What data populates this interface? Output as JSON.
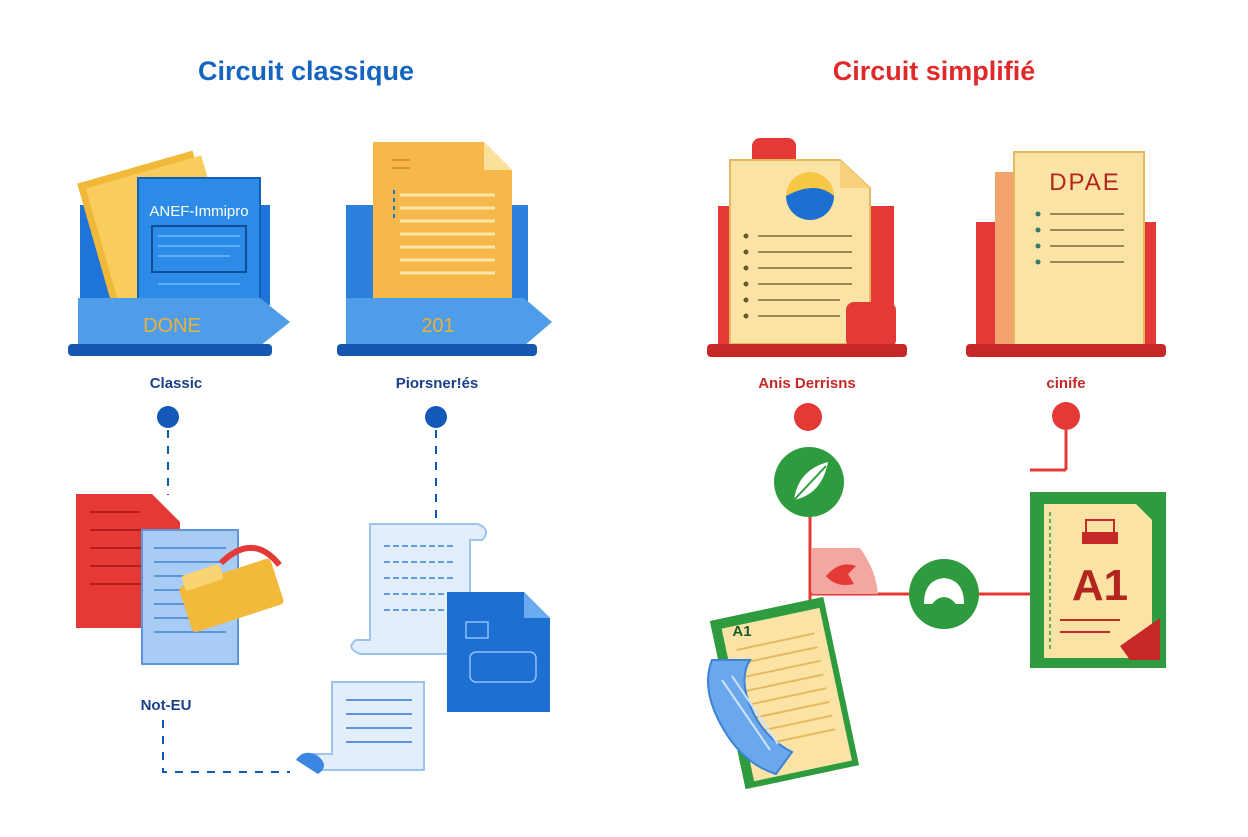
{
  "titles": {
    "left": "Circuit classique",
    "right": "Circuit simplifié"
  },
  "classic": {
    "card1_heading": "ANEF-Immipro",
    "card1_banner": "DONE",
    "card1_caption": "Classic",
    "card2_banner": "201",
    "card2_caption": "Piorsner!és",
    "branch_label": "Not-EU"
  },
  "simplified": {
    "card1_caption": "Anis Derrisns",
    "card2_heading": "DPAE",
    "card2_caption": "cinife",
    "result_badge": "A1",
    "small_doc_label": "A1"
  },
  "colors": {
    "blue": "#1565c0",
    "red": "#e53935",
    "green": "#2e9b3e",
    "yellow": "#f6c64c"
  },
  "icons": [
    "folder-icon",
    "document-icon",
    "feather-icon",
    "helmet-icon",
    "bird-icon",
    "printer-icon",
    "scroll-icon"
  ]
}
